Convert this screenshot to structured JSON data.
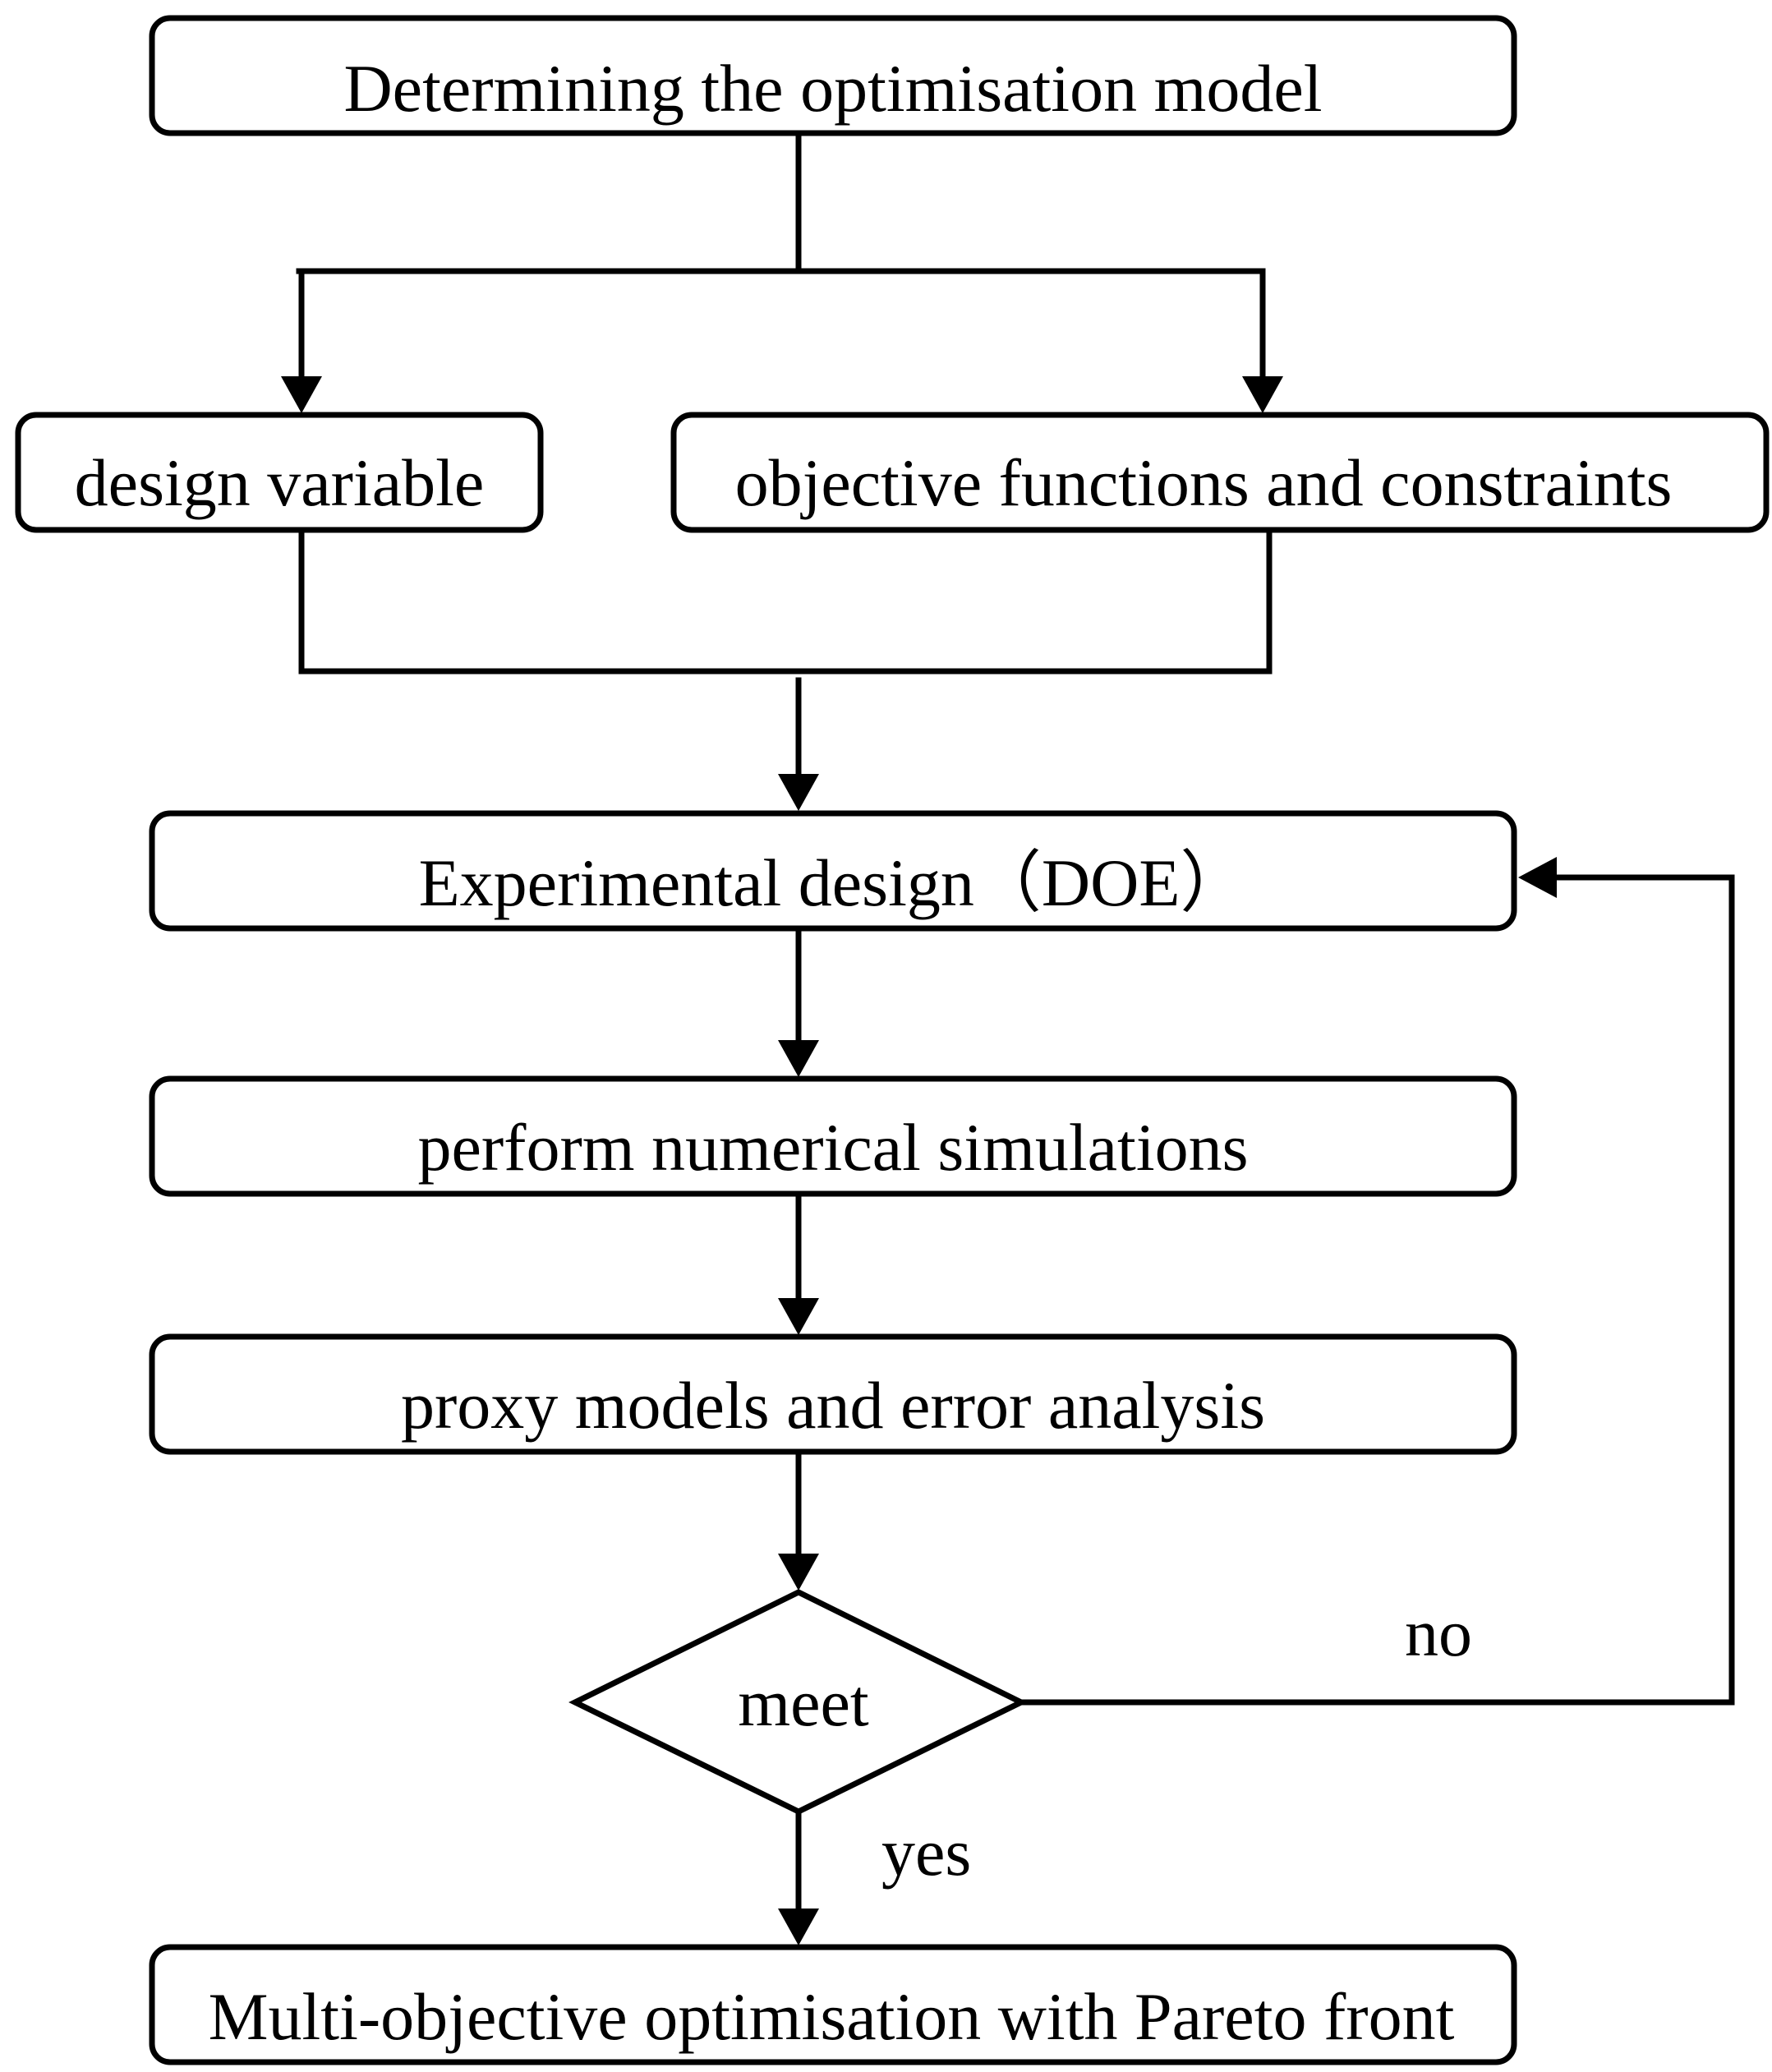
{
  "nodes": {
    "determine_model": "Determining the optimisation model",
    "design_variable": "design variable",
    "objectives": "objective functions and constraints",
    "doe": "Experimental design（DOE）",
    "simulations": "perform numerical simulations",
    "proxy_models": "proxy models and error analysis",
    "decision": "meet",
    "pareto": "Multi-objective optimisation with Pareto front"
  },
  "edges": {
    "no_label": "no",
    "yes_label": "yes"
  }
}
